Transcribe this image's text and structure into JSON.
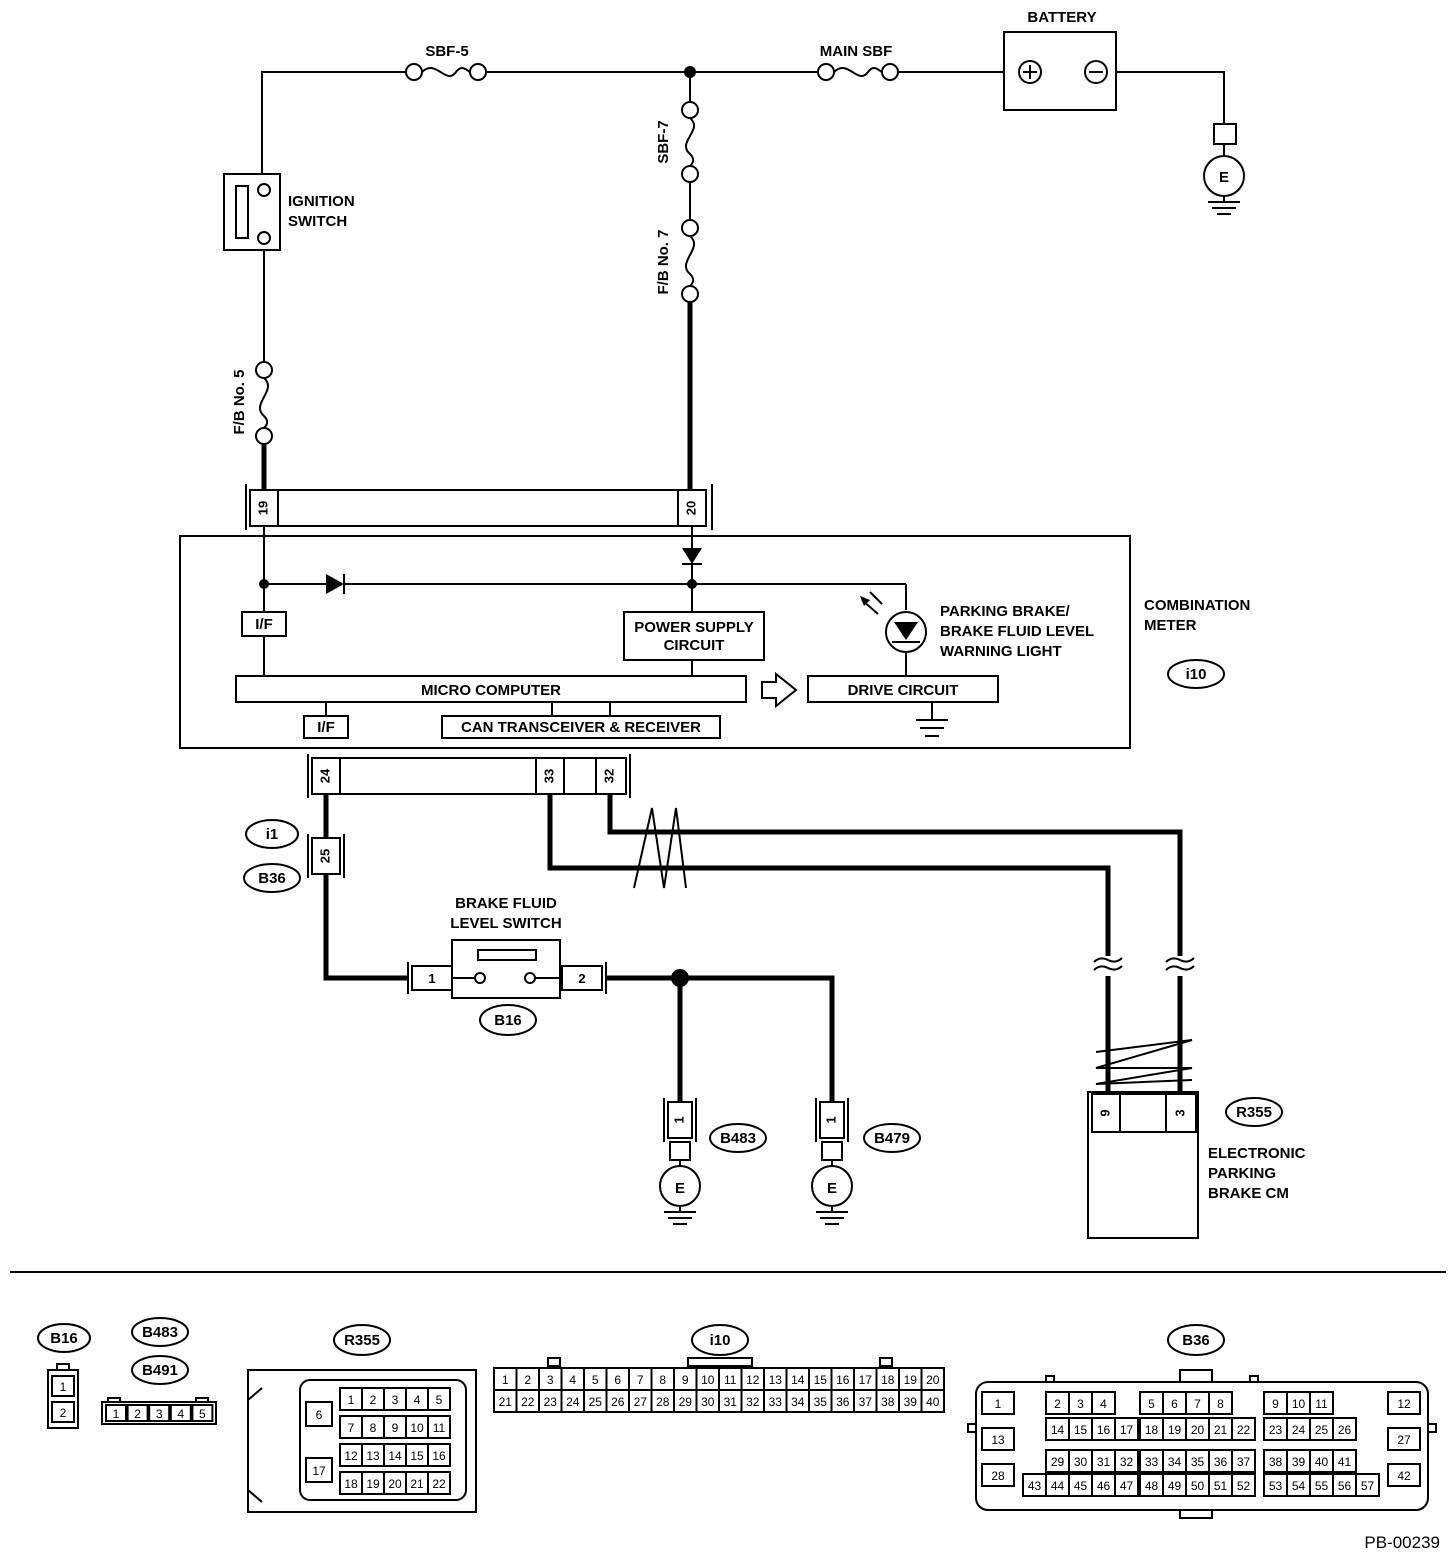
{
  "labels": {
    "battery": "BATTERY",
    "sbf5": "SBF-5",
    "main_sbf": "MAIN SBF",
    "sbf7": "SBF-7",
    "fb7": "F/B No. 7",
    "fb5": "F/B No. 5",
    "ignition_1": "IGNITION",
    "ignition_2": "SWITCH",
    "combination_1": "COMBINATION",
    "combination_2": "METER",
    "warning_1": "PARKING BRAKE/",
    "warning_2": "BRAKE FLUID LEVEL",
    "warning_3": "WARNING LIGHT",
    "power_1": "POWER SUPPLY",
    "power_2": "CIRCUIT",
    "micro": "MICRO COMPUTER",
    "drive": "DRIVE CIRCUIT",
    "if": "I/F",
    "can": "CAN TRANSCEIVER & RECEIVER",
    "bfl_1": "BRAKE FLUID",
    "bfl_2": "LEVEL SWITCH",
    "epb_1": "ELECTRONIC",
    "epb_2": "PARKING",
    "epb_3": "BRAKE CM",
    "ground": "E",
    "figure_id": "PB-00239"
  },
  "connectors": {
    "i10": "i10",
    "i1": "i1",
    "b36": "B36",
    "b16": "B16",
    "b483": "B483",
    "b479": "B479",
    "r355": "R355",
    "b491": "B491"
  },
  "pins": {
    "p19": "19",
    "p20": "20",
    "p24": "24",
    "p33": "33",
    "p32": "32",
    "p25": "25",
    "p1": "1",
    "p2": "2",
    "p9": "9",
    "p3": "3"
  },
  "connector_faces": {
    "b16": [
      "1",
      "2"
    ],
    "b483": [
      "1",
      "2",
      "3",
      "4",
      "5"
    ],
    "r355_left": [
      "6",
      "17"
    ],
    "r355_rows": [
      [
        "1",
        "2",
        "3",
        "4",
        "5"
      ],
      [
        "7",
        "8",
        "9",
        "10",
        "11"
      ],
      [
        "12",
        "13",
        "14",
        "15",
        "16"
      ],
      [
        "18",
        "19",
        "20",
        "21",
        "22"
      ]
    ],
    "i10_rows": [
      [
        "1",
        "2",
        "3",
        "4",
        "5",
        "6",
        "7",
        "8",
        "9",
        "10",
        "11",
        "12",
        "13",
        "14",
        "15",
        "16",
        "17",
        "18",
        "19",
        "20"
      ],
      [
        "21",
        "22",
        "23",
        "24",
        "25",
        "26",
        "27",
        "28",
        "29",
        "30",
        "31",
        "32",
        "33",
        "34",
        "35",
        "36",
        "37",
        "38",
        "39",
        "40"
      ]
    ],
    "b36_left": [
      "1",
      "13",
      "28"
    ],
    "b36_right": [
      "12",
      "27",
      "42"
    ],
    "b36_groups_row1": [
      [
        "2",
        "3",
        "4"
      ],
      [
        "5",
        "6",
        "7",
        "8"
      ],
      [
        "9",
        "10",
        "11"
      ]
    ],
    "b36_groups_row2": [
      [
        "14",
        "15",
        "16",
        "17"
      ],
      [
        "18",
        "19",
        "20",
        "21",
        "22"
      ],
      [
        "23",
        "24",
        "25",
        "26"
      ]
    ],
    "b36_groups_row3": [
      [
        "29",
        "30",
        "31",
        "32"
      ],
      [
        "33",
        "34",
        "35",
        "36",
        "37"
      ],
      [
        "38",
        "39",
        "40",
        "41"
      ]
    ],
    "b36_groups_row4": [
      [
        "43",
        "44",
        "45",
        "46",
        "47"
      ],
      [
        "48",
        "49",
        "50",
        "51",
        "52"
      ],
      [
        "53",
        "54",
        "55",
        "56",
        "57"
      ]
    ]
  }
}
